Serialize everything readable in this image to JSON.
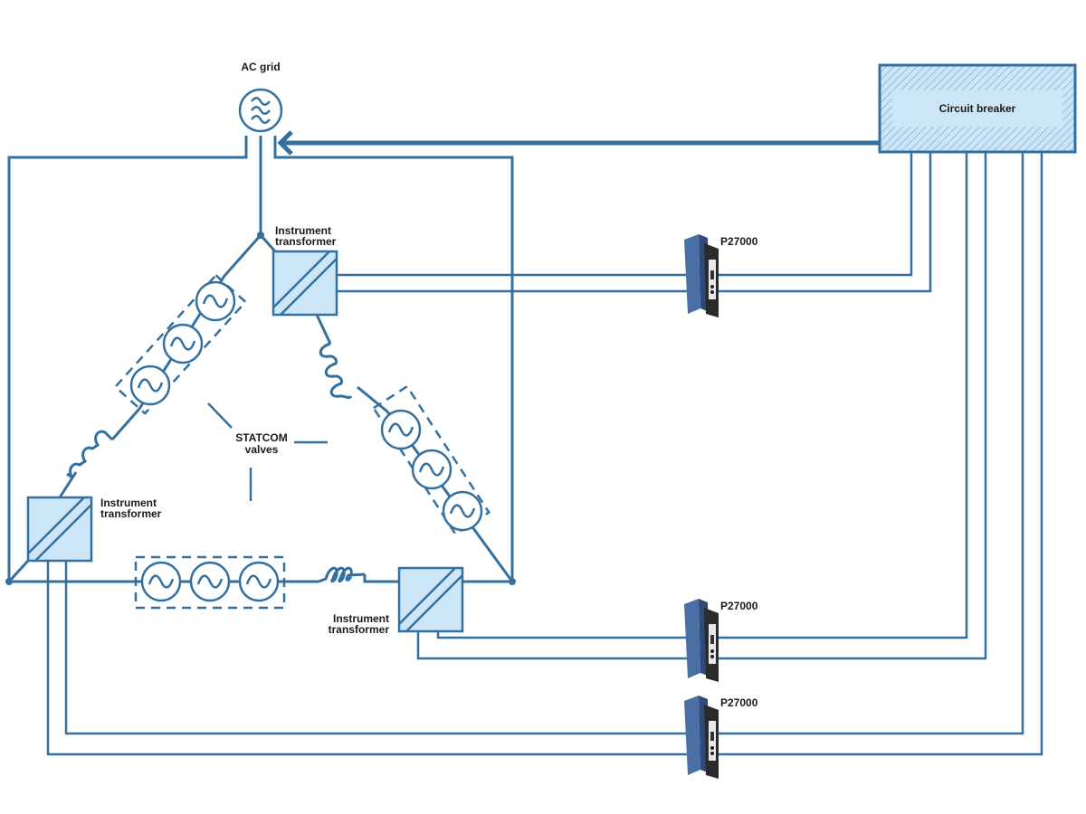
{
  "diagram": {
    "title": "STATCOM measurement and protection schematic",
    "ac_source": {
      "label": "AC grid",
      "icon": "ac-source-triple-wave-icon"
    },
    "circuit_breaker": {
      "label": "Circuit breaker"
    },
    "statcom": {
      "label_line1": "STATCOM",
      "label_line2": "valves"
    },
    "instrument_transformers": [
      {
        "id": "top",
        "label_line1": "Instrument",
        "label_line2": "transformer"
      },
      {
        "id": "left",
        "label_line1": "Instrument",
        "label_line2": "transformer"
      },
      {
        "id": "bottom",
        "label_line1": "Instrument",
        "label_line2": "transformer"
      }
    ],
    "isolation_amplifiers": [
      {
        "id": "amp-1",
        "label": "P27000"
      },
      {
        "id": "amp-2",
        "label": "P27000"
      },
      {
        "id": "amp-3",
        "label": "P27000"
      }
    ],
    "valve_groups": [
      {
        "id": "left-arm",
        "valve_count": 3,
        "icon": "ac-valve-icon"
      },
      {
        "id": "right-arm",
        "valve_count": 3,
        "icon": "ac-valve-icon"
      },
      {
        "id": "bottom-arm",
        "valve_count": 3,
        "icon": "ac-valve-icon"
      }
    ],
    "colors": {
      "line": "#34709f",
      "fill_light": "#cce6f7",
      "text": "#1a1a1a"
    }
  }
}
